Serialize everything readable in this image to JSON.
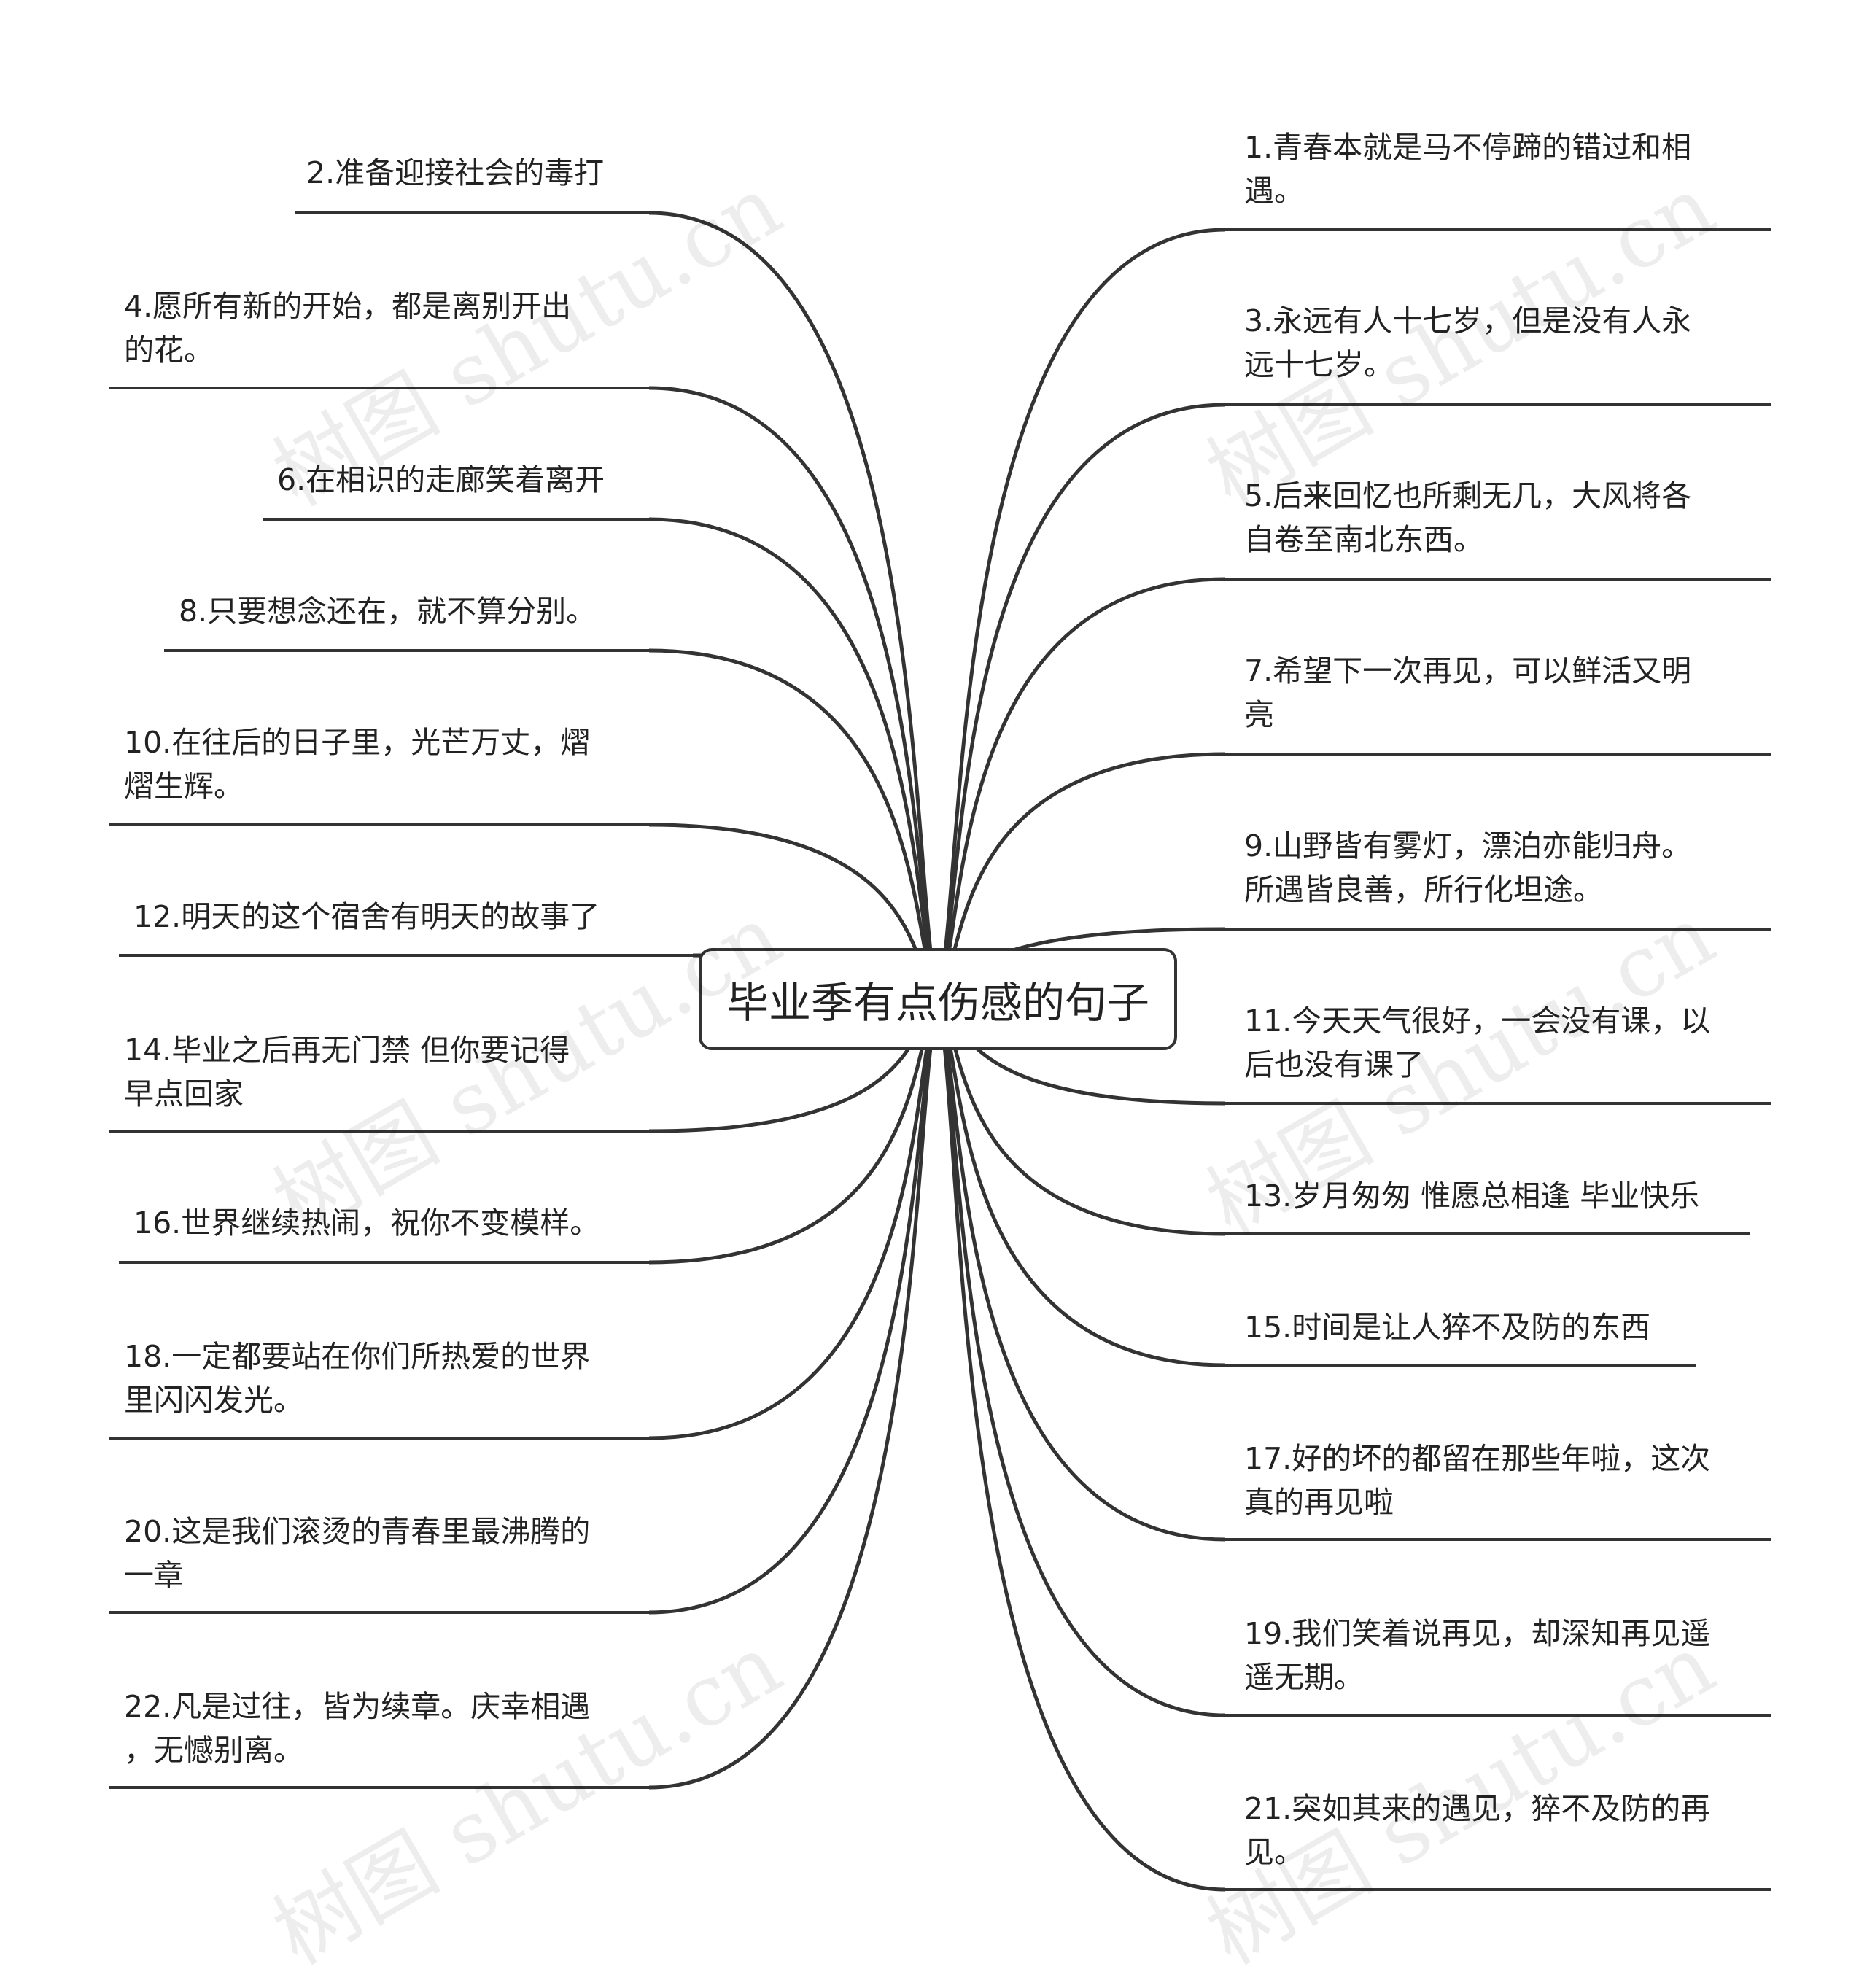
{
  "mindmap": {
    "central": "毕业季有点伤感的句子",
    "left_branches": [
      {
        "id": "n2",
        "lines": [
          "2.准备迎接社会的毒打"
        ]
      },
      {
        "id": "n4",
        "lines": [
          "4.愿所有新的开始，都是离别开出",
          "的花。"
        ]
      },
      {
        "id": "n6",
        "lines": [
          "6.在相识的走廊笑着离开"
        ]
      },
      {
        "id": "n8",
        "lines": [
          "8.只要想念还在，就不算分别。"
        ]
      },
      {
        "id": "n10",
        "lines": [
          "10.在往后的日子里，光芒万丈，熠",
          "熠生辉。"
        ]
      },
      {
        "id": "n12",
        "lines": [
          "12.明天的这个宿舍有明天的故事了"
        ]
      },
      {
        "id": "n14",
        "lines": [
          "14.毕业之后再无门禁 但你要记得",
          "早点回家"
        ]
      },
      {
        "id": "n16",
        "lines": [
          "16.世界继续热闹，祝你不变模样。"
        ]
      },
      {
        "id": "n18",
        "lines": [
          "18.一定都要站在你们所热爱的世界",
          "里闪闪发光。"
        ]
      },
      {
        "id": "n20",
        "lines": [
          "20.这是我们滚烫的青春里最沸腾的",
          "一章"
        ]
      },
      {
        "id": "n22",
        "lines": [
          "22.凡是过往，皆为续章。庆幸相遇",
          "，无憾别离。"
        ]
      }
    ],
    "right_branches": [
      {
        "id": "n1",
        "lines": [
          "1.青春本就是马不停蹄的错过和相",
          "遇。"
        ]
      },
      {
        "id": "n3",
        "lines": [
          "3.永远有人十七岁，但是没有人永",
          "远十七岁。"
        ]
      },
      {
        "id": "n5",
        "lines": [
          "5.后来回忆也所剩无几，大风将各",
          "自卷至南北东西。"
        ]
      },
      {
        "id": "n7",
        "lines": [
          "7.希望下一次再见，可以鲜活又明",
          "亮"
        ]
      },
      {
        "id": "n9",
        "lines": [
          "9.山野皆有雾灯，漂泊亦能归舟。",
          "所遇皆良善，所行化坦途。"
        ]
      },
      {
        "id": "n11",
        "lines": [
          "11.今天天气很好，一会没有课，以",
          "后也没有课了"
        ]
      },
      {
        "id": "n13",
        "lines": [
          "13.岁月匆匆 惟愿总相逢 毕业快乐"
        ]
      },
      {
        "id": "n15",
        "lines": [
          "15.时间是让人猝不及防的东西"
        ]
      },
      {
        "id": "n17",
        "lines": [
          "17.好的坏的都留在那些年啦，这次",
          "真的再见啦"
        ]
      },
      {
        "id": "n19",
        "lines": [
          "19.我们笑着说再见，却深知再见遥",
          "遥无期。"
        ]
      },
      {
        "id": "n21",
        "lines": [
          "21.突如其来的遇见，猝不及防的再",
          "见。"
        ]
      }
    ]
  },
  "watermark": "树图 shutu.cn",
  "colors": {
    "line": "#333333",
    "text": "#222222",
    "watermark": "rgba(0,0,0,0.07)"
  }
}
